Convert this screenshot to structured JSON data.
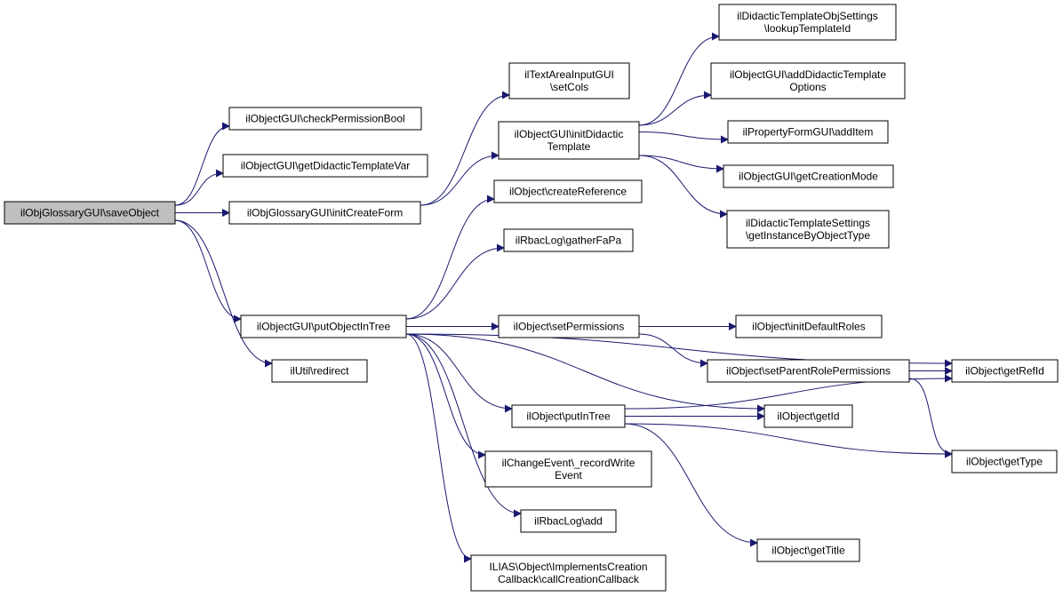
{
  "colors": {
    "edge": "#191970",
    "node_fill": "#ffffff",
    "root_fill": "#bfbfbf",
    "border": "#000000",
    "text": "#000000"
  },
  "nodes": [
    {
      "id": "saveObject",
      "lines": [
        "ilObjGlossaryGUI\\saveObject"
      ],
      "root": true
    },
    {
      "id": "checkPermissionBool",
      "lines": [
        "ilObjectGUI\\checkPermissionBool"
      ]
    },
    {
      "id": "getDidacticTemplateVar",
      "lines": [
        "ilObjectGUI\\getDidacticTemplateVar"
      ]
    },
    {
      "id": "initCreateForm",
      "lines": [
        "ilObjGlossaryGUI\\initCreateForm"
      ]
    },
    {
      "id": "putObjectInTree",
      "lines": [
        "ilObjectGUI\\putObjectInTree"
      ]
    },
    {
      "id": "redirect",
      "lines": [
        "ilUtil\\redirect"
      ]
    },
    {
      "id": "setCols",
      "lines": [
        "ilTextAreaInputGUI",
        "\\setCols"
      ]
    },
    {
      "id": "initDidacticTemplate",
      "lines": [
        "ilObjectGUI\\initDidactic",
        "Template"
      ]
    },
    {
      "id": "createReference",
      "lines": [
        "ilObject\\createReference"
      ]
    },
    {
      "id": "gatherFaPa",
      "lines": [
        "ilRbacLog\\gatherFaPa"
      ]
    },
    {
      "id": "setPermissions",
      "lines": [
        "ilObject\\setPermissions"
      ]
    },
    {
      "id": "putInTree",
      "lines": [
        "ilObject\\putInTree"
      ]
    },
    {
      "id": "recordWriteEvent",
      "lines": [
        "ilChangeEvent\\_recordWrite",
        "Event"
      ]
    },
    {
      "id": "rbacAdd",
      "lines": [
        "ilRbacLog\\add"
      ]
    },
    {
      "id": "callCreationCallback",
      "lines": [
        "ILIAS\\Object\\ImplementsCreation",
        "Callback\\callCreationCallback"
      ]
    },
    {
      "id": "lookupTemplateId",
      "lines": [
        "ilDidacticTemplateObjSettings",
        "\\lookupTemplateId"
      ]
    },
    {
      "id": "addDidacticTemplateOptions",
      "lines": [
        "ilObjectGUI\\addDidacticTemplate",
        "Options"
      ]
    },
    {
      "id": "addItem",
      "lines": [
        "ilPropertyFormGUI\\addItem"
      ]
    },
    {
      "id": "getCreationMode",
      "lines": [
        "ilObjectGUI\\getCreationMode"
      ]
    },
    {
      "id": "getInstanceByObjectType",
      "lines": [
        "ilDidacticTemplateSettings",
        "\\getInstanceByObjectType"
      ]
    },
    {
      "id": "initDefaultRoles",
      "lines": [
        "ilObject\\initDefaultRoles"
      ]
    },
    {
      "id": "setParentRolePermissions",
      "lines": [
        "ilObject\\setParentRolePermissions"
      ]
    },
    {
      "id": "getId",
      "lines": [
        "ilObject\\getId"
      ]
    },
    {
      "id": "getTitle",
      "lines": [
        "ilObject\\getTitle"
      ]
    },
    {
      "id": "getRefId",
      "lines": [
        "ilObject\\getRefId"
      ]
    },
    {
      "id": "getType",
      "lines": [
        "ilObject\\getType"
      ]
    }
  ],
  "edges": [
    [
      "saveObject",
      "checkPermissionBool"
    ],
    [
      "saveObject",
      "getDidacticTemplateVar"
    ],
    [
      "saveObject",
      "initCreateForm"
    ],
    [
      "saveObject",
      "putObjectInTree"
    ],
    [
      "saveObject",
      "redirect"
    ],
    [
      "initCreateForm",
      "setCols"
    ],
    [
      "initCreateForm",
      "initDidacticTemplate"
    ],
    [
      "initDidacticTemplate",
      "lookupTemplateId"
    ],
    [
      "initDidacticTemplate",
      "addDidacticTemplateOptions"
    ],
    [
      "initDidacticTemplate",
      "addItem"
    ],
    [
      "initDidacticTemplate",
      "getCreationMode"
    ],
    [
      "initDidacticTemplate",
      "getInstanceByObjectType"
    ],
    [
      "putObjectInTree",
      "createReference"
    ],
    [
      "putObjectInTree",
      "gatherFaPa"
    ],
    [
      "putObjectInTree",
      "getRefId"
    ],
    [
      "putObjectInTree",
      "setPermissions"
    ],
    [
      "putObjectInTree",
      "getId"
    ],
    [
      "putObjectInTree",
      "putInTree"
    ],
    [
      "putObjectInTree",
      "recordWriteEvent"
    ],
    [
      "putObjectInTree",
      "rbacAdd"
    ],
    [
      "putObjectInTree",
      "callCreationCallback"
    ],
    [
      "setPermissions",
      "initDefaultRoles"
    ],
    [
      "setPermissions",
      "setParentRolePermissions"
    ],
    [
      "setParentRolePermissions",
      "getRefId"
    ],
    [
      "setParentRolePermissions",
      "getType"
    ],
    [
      "putInTree",
      "getId"
    ],
    [
      "putInTree",
      "getRefId"
    ],
    [
      "putInTree",
      "getType"
    ],
    [
      "putInTree",
      "getTitle"
    ]
  ]
}
